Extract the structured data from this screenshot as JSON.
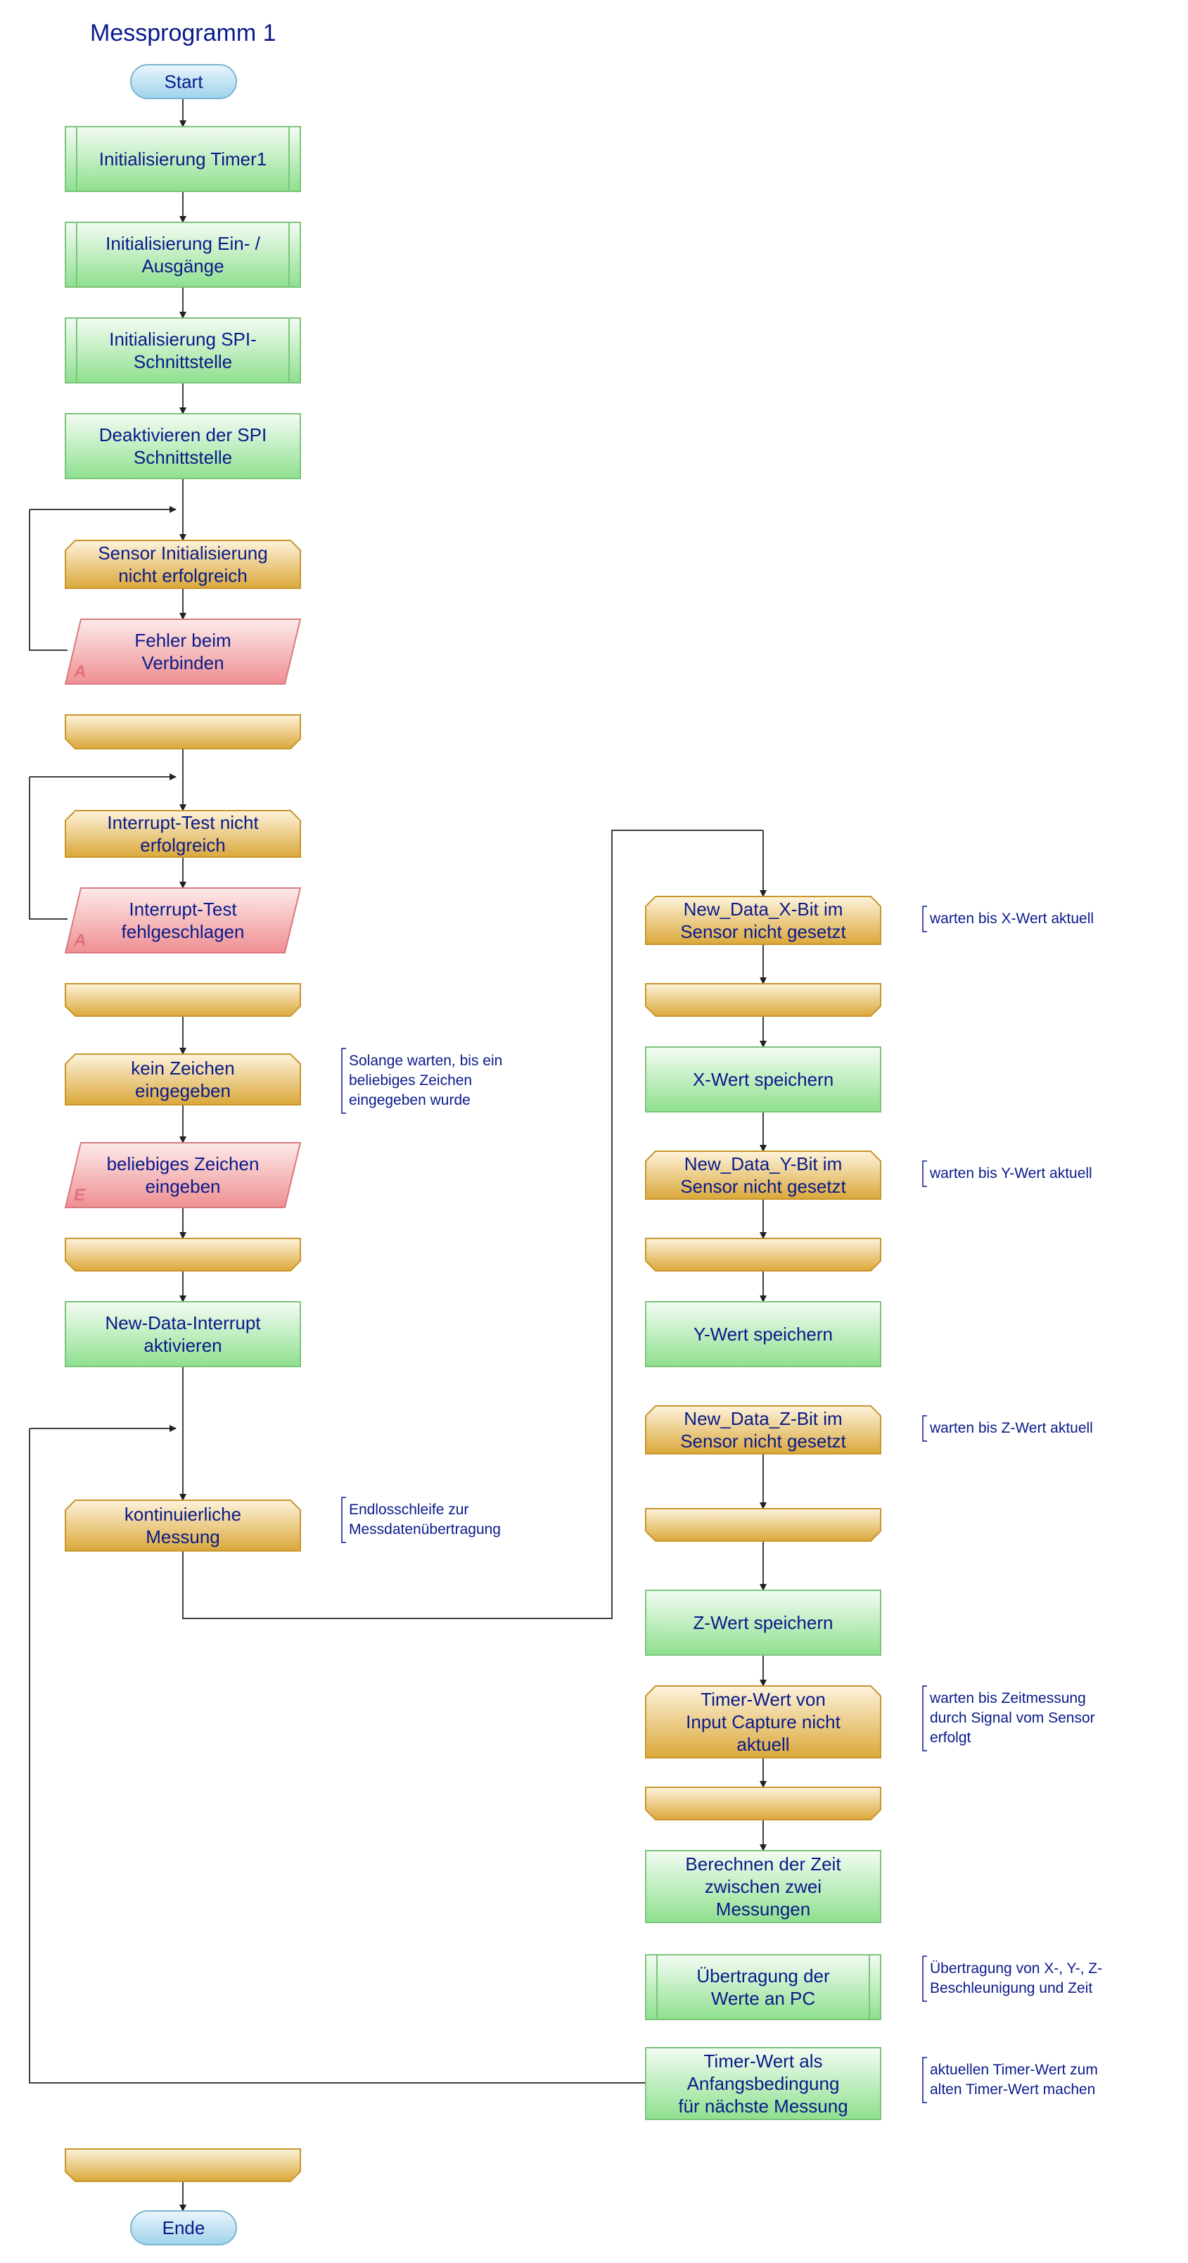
{
  "diagram": {
    "title": "Messprogramm 1",
    "start_label": "Start",
    "end_label": "Ende",
    "steps": {
      "init_timer": [
        "Initialisierung Timer1"
      ],
      "init_io": [
        "Initialisierung Ein- /",
        "Ausgänge"
      ],
      "init_spi": [
        "Initialisierung SPI-",
        "Schnittstelle"
      ],
      "deact_spi": [
        "Deaktivieren der SPI",
        "Schnittstelle"
      ],
      "loop_sensor": [
        "Sensor Initialisierung",
        "nicht erfolgreich"
      ],
      "err_connect": [
        "Fehler beim",
        "Verbinden"
      ],
      "loop_interrupt": [
        "Interrupt-Test nicht",
        "erfolgreich"
      ],
      "err_interrupt": [
        "Interrupt-Test",
        "fehlgeschlagen"
      ],
      "loop_char": [
        "kein Zeichen",
        "eingegeben"
      ],
      "input_char": [
        "beliebiges Zeichen",
        "eingeben"
      ],
      "activate_int": [
        "New-Data-Interrupt",
        "aktivieren"
      ],
      "loop_main": [
        "kontinuierliche",
        "Messung"
      ],
      "wait_x": [
        "New_Data_X-Bit im",
        "Sensor nicht gesetzt"
      ],
      "save_x": [
        "X-Wert speichern"
      ],
      "wait_y": [
        "New_Data_Y-Bit im",
        "Sensor nicht gesetzt"
      ],
      "save_y": [
        "Y-Wert speichern"
      ],
      "wait_z": [
        "New_Data_Z-Bit im",
        "Sensor nicht gesetzt"
      ],
      "save_z": [
        "Z-Wert speichern"
      ],
      "wait_timer": [
        "Timer-Wert von",
        "Input Capture nicht",
        "aktuell"
      ],
      "calc_time": [
        "Berechnen der Zeit",
        "zwischen zwei",
        "Messungen"
      ],
      "transfer": [
        "Übertragung der",
        "Werte an PC"
      ],
      "timer_start": [
        "Timer-Wert als",
        "Anfangsbedingung",
        "für nächste Messung"
      ]
    },
    "io_marks": {
      "err_connect": "A",
      "err_interrupt": "A",
      "input_char": "E"
    },
    "notes": {
      "char": [
        "Solange warten, bis ein",
        "beliebiges Zeichen",
        "eingegeben wurde"
      ],
      "main": [
        "Endlosschleife zur",
        "Messdatenübertragung"
      ],
      "x": [
        "warten bis X-Wert aktuell"
      ],
      "y": [
        "warten bis Y-Wert aktuell"
      ],
      "z": [
        "warten bis Z-Wert aktuell"
      ],
      "timer": [
        "warten bis Zeitmessung",
        "durch Signal vom Sensor",
        "erfolgt"
      ],
      "transfer": [
        "Übertragung von X-, Y-, Z-",
        "Beschleunigung und Zeit"
      ],
      "timer_start": [
        "aktuellen Timer-Wert zum",
        "alten Timer-Wert machen"
      ]
    },
    "colors": {
      "process_top": "#f4fcf4",
      "process_bottom": "#8ee08e",
      "process_border": "#7cc47c",
      "loop_top": "#fdf3dc",
      "loop_bottom": "#dba83a",
      "loop_border": "#c8962a",
      "io_top": "#fdeaea",
      "io_bottom": "#ef8f92",
      "io_border": "#d87a7e",
      "terminal_top": "#eaf6fc",
      "terminal_bottom": "#9fd2ea",
      "terminal_border": "#7ab4d0",
      "text": "#0a1a8a",
      "line": "#404040"
    }
  }
}
